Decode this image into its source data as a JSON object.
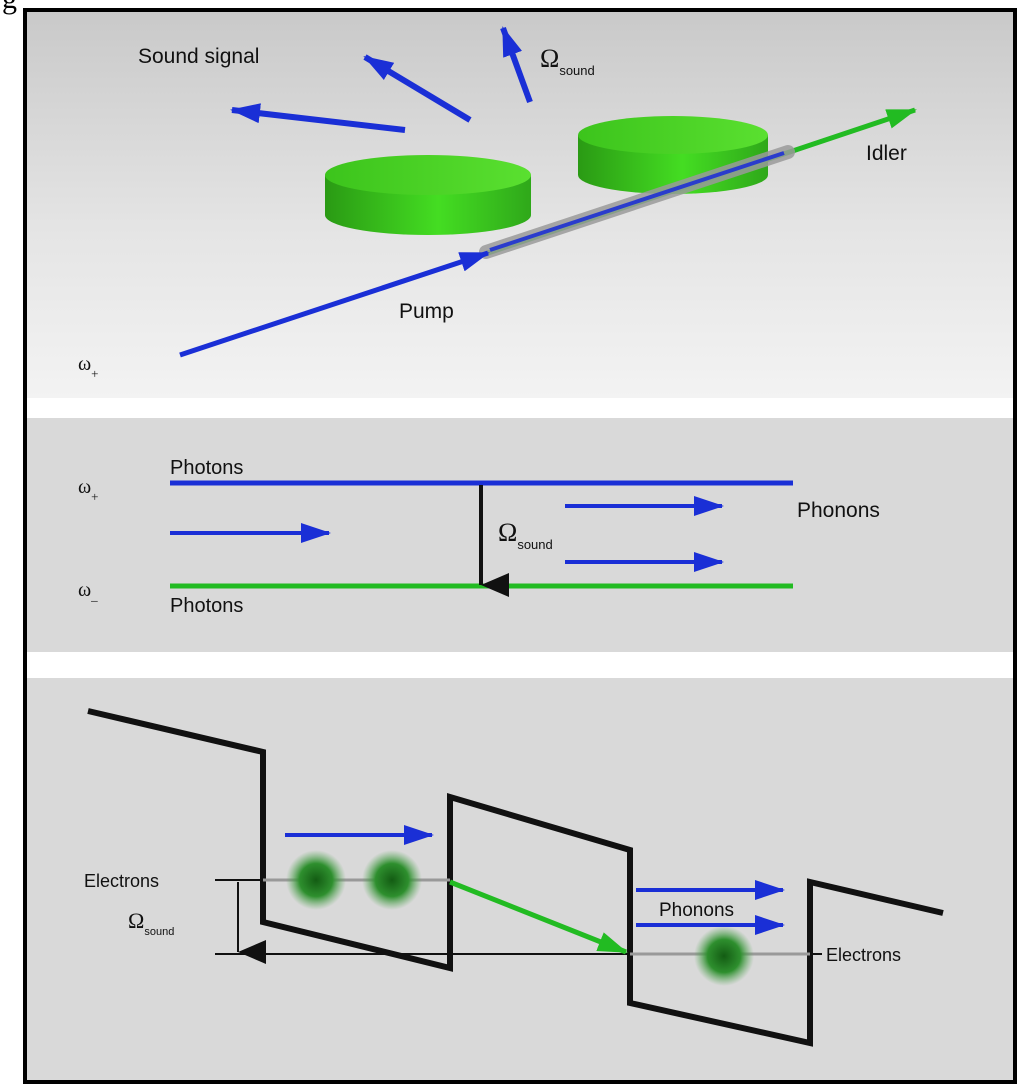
{
  "colors": {
    "photon_blue": "#1a2fd6",
    "green_beam": "#22bb22",
    "cylinder_green": "#33cc1a",
    "level_black": "#111111",
    "panel_gray": "#d9d9d9"
  },
  "corner_glyph": "g",
  "top_panel": {
    "sound_signal": "Sound signal",
    "omega_big": "Ω",
    "omega_sub": "sound",
    "idler": "Idler",
    "pump": "Pump",
    "omega_small": "ω",
    "omega_small_sub": "+"
  },
  "middle_panel": {
    "upper_omega": "ω",
    "upper_omega_sub": "+",
    "lower_omega": "ω",
    "lower_omega_sub": "_",
    "photons_top": "Photons",
    "photons_bottom": "Photons",
    "phonons": "Phonons",
    "omega_big": "Ω",
    "omega_sub": "sound"
  },
  "bottom_panel": {
    "electrons_left": "Electrons",
    "electrons_right": "Electrons",
    "phonons": "Phonons",
    "omega_big": "Ω",
    "omega_sub": "sound"
  }
}
